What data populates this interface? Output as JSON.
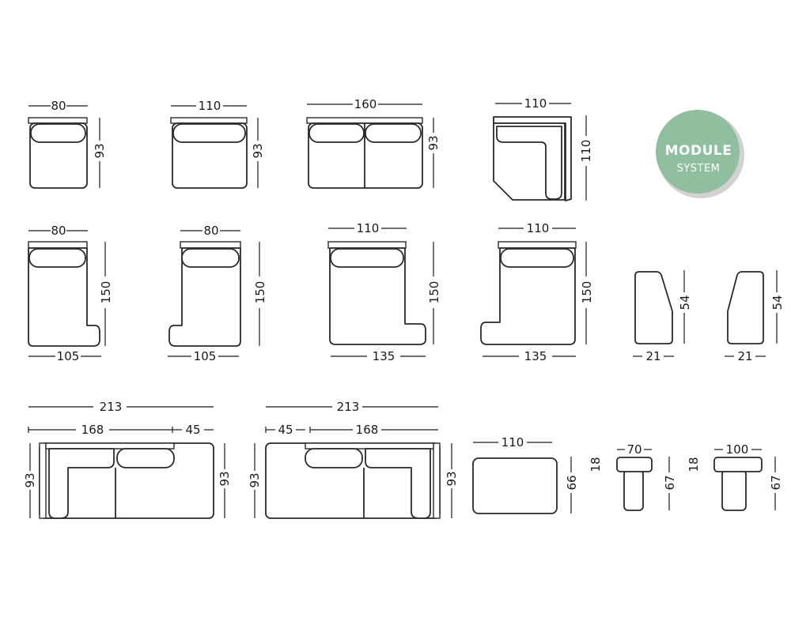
{
  "badge": {
    "title": "MODULE",
    "subtitle": "SYSTEM",
    "color": "#8fbf9f"
  },
  "modules": [
    {
      "id": "armless-80",
      "dims": [
        "80",
        "93"
      ]
    },
    {
      "id": "armless-110",
      "dims": [
        "110",
        "93"
      ]
    },
    {
      "id": "two-seat-160",
      "dims": [
        "160",
        "93"
      ]
    },
    {
      "id": "corner-110",
      "dims": [
        "110",
        "110"
      ]
    },
    {
      "id": "chaise-80-right",
      "dims": [
        "80",
        "150",
        "105"
      ]
    },
    {
      "id": "chaise-80-left",
      "dims": [
        "80",
        "150",
        "105"
      ]
    },
    {
      "id": "chaise-110-right",
      "dims": [
        "110",
        "150",
        "135"
      ]
    },
    {
      "id": "chaise-110-left",
      "dims": [
        "110",
        "150",
        "135"
      ]
    },
    {
      "id": "armrest-right",
      "dims": [
        "54",
        "21"
      ]
    },
    {
      "id": "armrest-left",
      "dims": [
        "54",
        "21"
      ]
    },
    {
      "id": "sofa-213-left-corner",
      "dims": [
        "213",
        "168",
        "45",
        "93",
        "93"
      ]
    },
    {
      "id": "sofa-213-right-corner",
      "dims": [
        "213",
        "45",
        "168",
        "93",
        "93"
      ]
    },
    {
      "id": "ottoman-110",
      "dims": [
        "110",
        "66"
      ]
    },
    {
      "id": "table-70",
      "dims": [
        "70",
        "18",
        "67"
      ]
    },
    {
      "id": "table-100",
      "dims": [
        "100",
        "18",
        "67"
      ]
    }
  ]
}
